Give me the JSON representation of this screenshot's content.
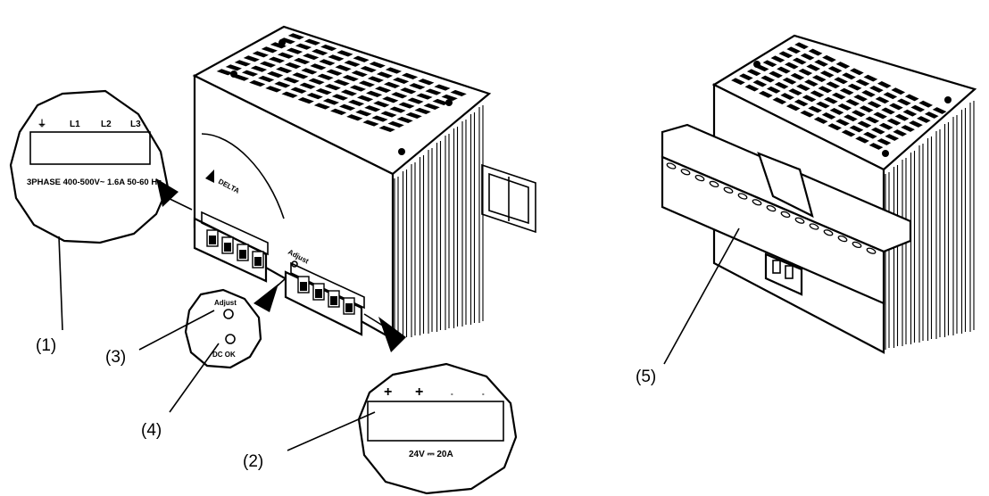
{
  "callouts": {
    "c1": "(1)",
    "c2": "(2)",
    "c3": "(3)",
    "c4": "(4)",
    "c5": "(5)"
  },
  "input_panel": {
    "ground_symbol": "⏚",
    "terminals": [
      "L1",
      "L2",
      "L3"
    ],
    "rating": "3PHASE 400-500V~ 1.6A  50-60 Hz"
  },
  "output_panel": {
    "terminals": [
      "+",
      "+",
      "-",
      "-"
    ],
    "rating": "24V ⎓ 20A"
  },
  "adjust_panel": {
    "adjust_label": "Adjust",
    "dc_ok_label": "DC OK"
  },
  "front_unit": {
    "adjust_label": "Adjust"
  }
}
